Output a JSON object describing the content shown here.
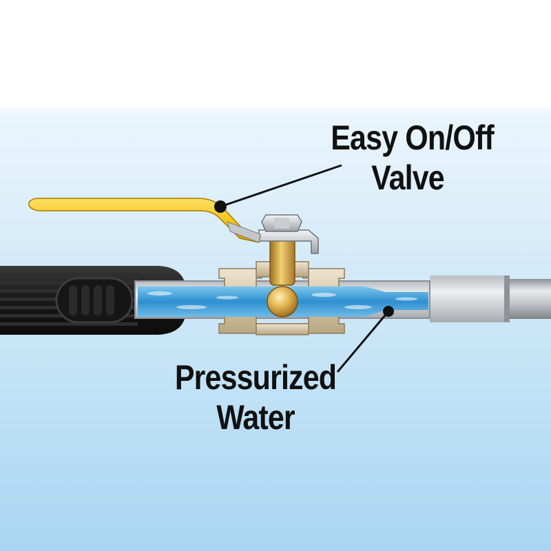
{
  "callouts": {
    "valve": {
      "line1": "Easy On/Off",
      "line2": "Valve"
    },
    "water": {
      "line1": "Pressurized",
      "line2": "Water"
    }
  },
  "colors": {
    "background_top": "#ffffff",
    "background_bottom": "#a9d6f2",
    "handle": "#f6c51a",
    "hose": "#1c1c1c",
    "brass": "#d4a44a",
    "fitting": "#d8c8ad",
    "water": "#4aa8dc",
    "pipe": "#c9cdd2"
  }
}
